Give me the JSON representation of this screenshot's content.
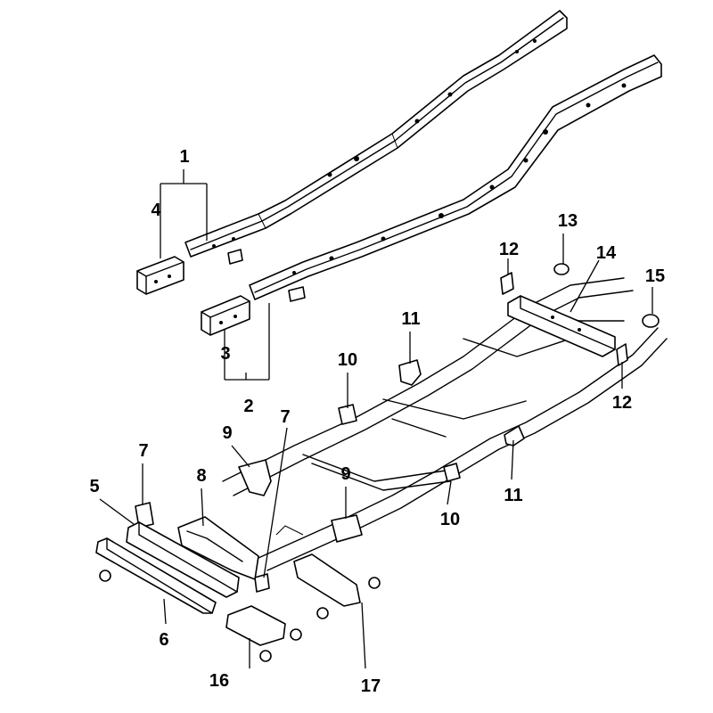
{
  "diagram": {
    "callouts": {
      "c1": "1",
      "c2": "2",
      "c3": "3",
      "c4": "4",
      "c5": "5",
      "c6": "6",
      "c7a": "7",
      "c7b": "7",
      "c8": "8",
      "c9a": "9",
      "c9b": "9",
      "c10a": "10",
      "c10b": "10",
      "c11a": "11",
      "c11b": "11",
      "c12a": "12",
      "c12b": "12",
      "c13": "13",
      "c14": "14",
      "c15": "15",
      "c16": "16",
      "c17": "17"
    }
  }
}
